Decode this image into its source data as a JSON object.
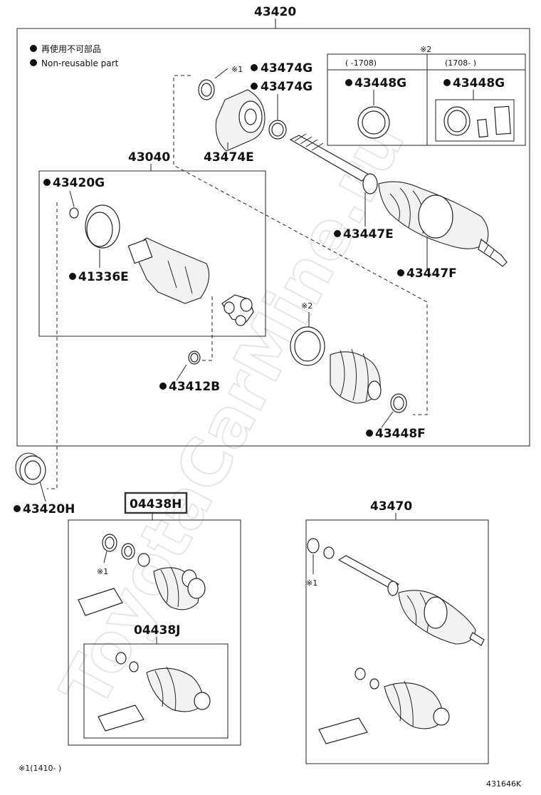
{
  "watermark": "ToyotaCarMine.ru",
  "legend": {
    "line_jp": "再使用不可部品",
    "line_en": "Non-reusable part"
  },
  "note_box": {
    "mark": "※2",
    "col_left_header": "(    -1708)",
    "col_right_header": "(1708-    )",
    "col_left_part": "43448G",
    "col_right_part": "43448G"
  },
  "footnote": "※1(1410-      )",
  "diagram_code": "431646K",
  "marks": {
    "m1": "※1",
    "m2": "※2"
  },
  "parts": {
    "p43420": "43420",
    "p43474G_a": "43474G",
    "p43474G_b": "43474G",
    "p43474E": "43474E",
    "p43040": "43040",
    "p43420G": "43420G",
    "p41336E": "41336E",
    "p43447E": "43447E",
    "p43447F": "43447F",
    "p43412B": "43412B",
    "p43448F": "43448F",
    "p43420H": "43420H",
    "p04438H": "04438H",
    "p04438J": "04438J",
    "p43470": "43470"
  }
}
